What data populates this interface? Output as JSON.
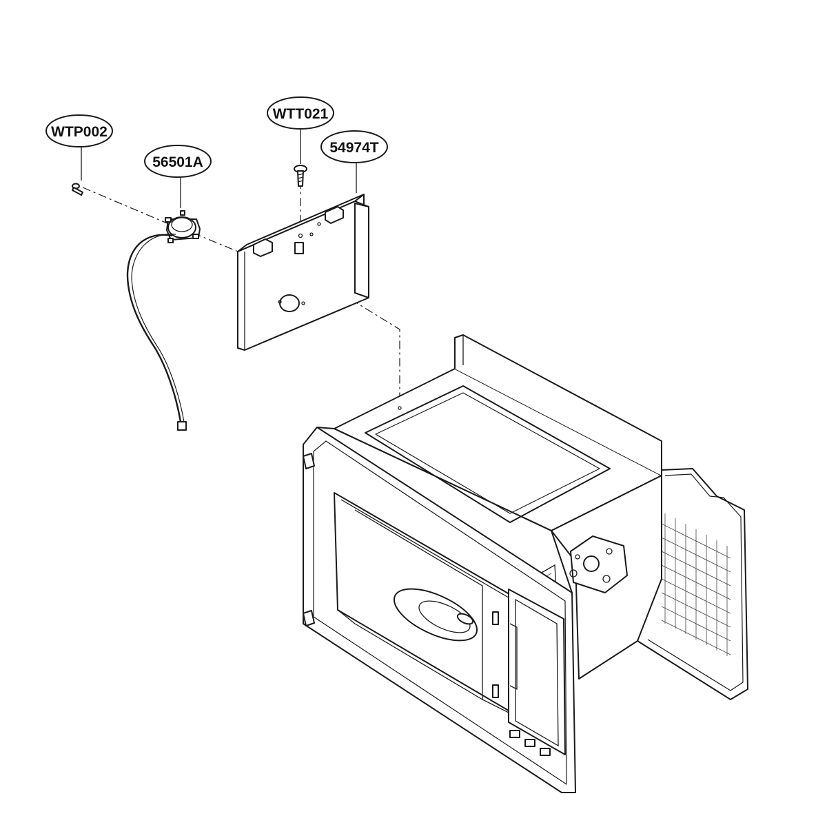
{
  "callouts": [
    {
      "id": "wtp002",
      "label": "WTP002"
    },
    {
      "id": "56501a",
      "label": "56501A"
    },
    {
      "id": "wtt021",
      "label": "WTT021"
    },
    {
      "id": "54974t",
      "label": "54974T"
    }
  ],
  "colors": {
    "line": "#1a1a1a",
    "background": "#ffffff"
  }
}
